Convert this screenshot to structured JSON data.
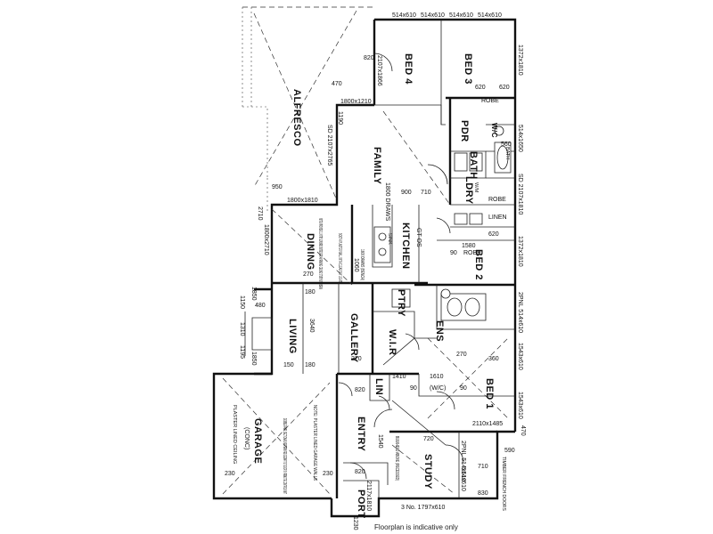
{
  "caption": "Floorplan is indicative only",
  "rooms": {
    "alfresco": "ALFRESCO",
    "bed4": "BED 4",
    "bed3": "BED 3",
    "family": "FAMILY",
    "kitchen": "KITCHEN",
    "dining": "DINING",
    "living": "LIVING",
    "gallery": "GALLERY",
    "garage": "GARAGE",
    "entry": "ENTRY",
    "study": "STUDY",
    "bed2": "BED 2",
    "bed1": "BED 1",
    "pdr": "PDR",
    "bath": "BATH",
    "ldry": "LDRY",
    "ptry": "PTRY",
    "wir": "W.I.R",
    "ens": "ENS",
    "lin": "LIN",
    "port": "PORT",
    "wc": "W/C"
  },
  "labels": {
    "robe1": "ROBE",
    "robe2": "ROBE",
    "robe3": "ROBE",
    "linen": "LINEN",
    "wc_small": "(W/C)",
    "garage_conc": "(CONC)",
    "garage_ceiling": "PLASTER LINED CEILING",
    "sink": "SINK",
    "bath_fix": "BATH",
    "wm": "W/M"
  },
  "dims": {
    "d1": "514x610",
    "d2": "514x610",
    "d3": "514x610",
    "d4": "514x610",
    "d5": "1372x1810",
    "d6": "820",
    "d7": "2107x1866",
    "d8": "470",
    "d9": "1800x1210",
    "d10": "1190",
    "d11": "SD 2107x2765",
    "d12": "950",
    "d13": "1800x1810",
    "d14": "2710",
    "d15": "1800x2710",
    "d16": "900",
    "d17": "710",
    "d18": "1800 DRAWS",
    "d19": "GT OS",
    "d20": "90",
    "d21": "1580",
    "d22": "514x1650",
    "d23": "SD 2107x1810",
    "d24": "1372x1810",
    "d25": "1150",
    "d26": "1850",
    "d27": "480",
    "d28": "1310",
    "d29": "1195",
    "d30": "1850",
    "d31": "270",
    "d32": "180",
    "d33": "1060",
    "d34": "3640",
    "d35": "150",
    "d36": "180",
    "d37": "270",
    "d38": "2PNL 514x610",
    "d39": "1543x610",
    "d40": "360",
    "d41": "270",
    "d42": "1410",
    "d43": "1610",
    "d44": "90",
    "d45": "820",
    "d46": "90",
    "d47": "1543x610",
    "d48": "2110x1485",
    "d49": "470",
    "d50": "590",
    "d51": "TIMBER FRENCH DOORS",
    "d52": "710",
    "d53": "830",
    "d54": "2PNL 514x610",
    "d55": "514x610",
    "d56": "230",
    "d57": "230",
    "d58": "820",
    "d59": "2117x1810",
    "d60": "3 No. 1797x610",
    "d61": "1230",
    "d62": "1540",
    "d63": "720",
    "d64": "620",
    "d65": "620",
    "d66": "560",
    "d67": "620"
  },
  "notes": {
    "n1": "NOTE: PROVIDE 3.1 MTRS LOUVRE SUITED FOR 4M RAKING CEILING STUDY WITH BEAM",
    "n2": "BOOTH PLASTER WALL WITH CLEAR SKY LIGHT",
    "n3": "NOTE: PLASTER LINED GARAGE WALLS",
    "n4": "DOUBLE PANEL SECTIONAL WESTERN RED CEDAR TILT DOOR W/ REMOTE CONTROL UNIT",
    "n5": "1800 DRAWS (BENCH)",
    "n6": "BULKHEAD ABOVE (RECESSED)"
  }
}
